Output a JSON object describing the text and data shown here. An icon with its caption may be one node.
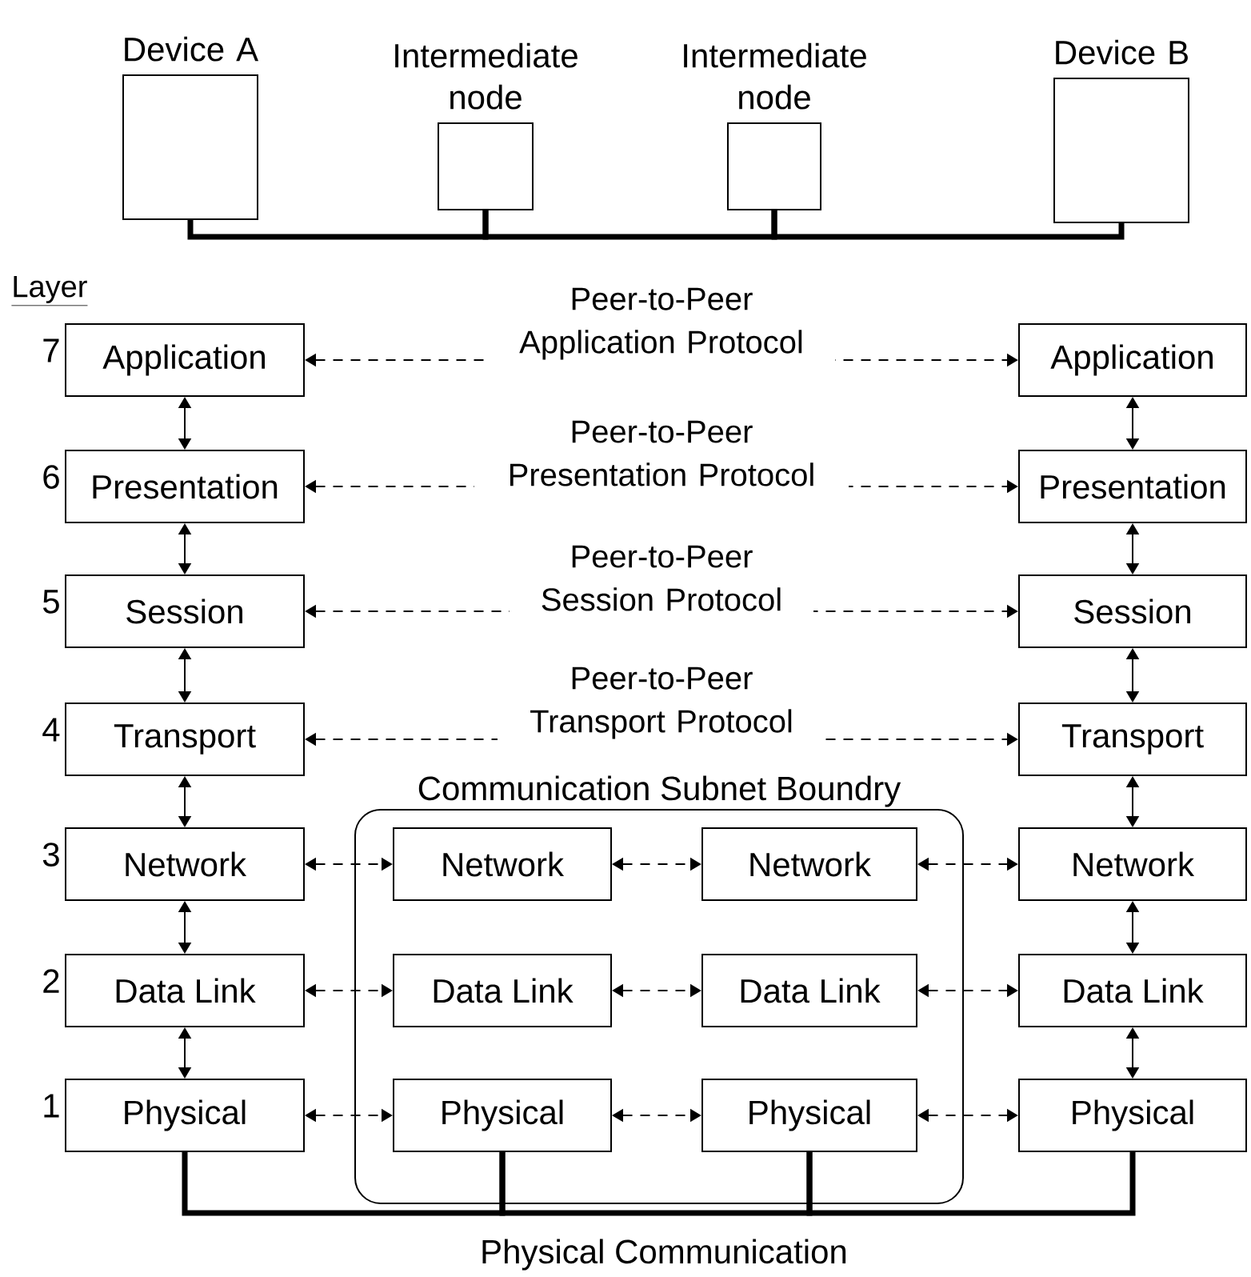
{
  "diagram": {
    "nodes": [
      {
        "text": [
          "Device A"
        ]
      },
      {
        "text": [
          "Intermediate node"
        ]
      },
      {
        "text": [
          "Intermediate node"
        ]
      },
      {
        "text": [
          "Device B"
        ]
      },
      {
        "text": [
          "Application"
        ],
        "beside": [
          "7"
        ]
      },
      {
        "text": [
          "Presentation"
        ],
        "beside": [
          "6"
        ]
      },
      {
        "text": [
          "Session"
        ],
        "beside": [
          "5"
        ]
      },
      {
        "text": [
          "Transport"
        ],
        "beside": [
          "4"
        ]
      },
      {
        "text": [
          "Network"
        ],
        "beside": [
          "3"
        ]
      },
      {
        "text": [
          "Data Link"
        ],
        "beside": [
          "2"
        ]
      },
      {
        "text": [
          "Physical"
        ],
        "beside": [
          "1"
        ]
      },
      {
        "text": [
          "Application"
        ]
      },
      {
        "text": [
          "Presentation"
        ]
      },
      {
        "text": [
          "Session"
        ]
      },
      {
        "text": [
          "Transport"
        ]
      },
      {
        "text": [
          "Network"
        ]
      },
      {
        "text": [
          "Data Link"
        ]
      },
      {
        "text": [
          "Physical"
        ]
      },
      {
        "text": [
          "Communication Subnet Boundry"
        ]
      },
      {
        "text": [
          "Network"
        ],
        "in": 18
      },
      {
        "text": [
          "Data Link"
        ],
        "in": 18
      },
      {
        "text": [
          "Physical"
        ],
        "in": 18
      },
      {
        "text": [
          "Network"
        ],
        "in": 18
      },
      {
        "text": [
          "Data Link"
        ],
        "in": 18
      },
      {
        "text": [
          "Physical"
        ],
        "in": 18
      }
    ],
    "edges": [
      {
        "from": 0,
        "to": 1,
        "arrow": "none",
        "style": "thick"
      },
      {
        "from": 1,
        "to": 2,
        "arrow": "none",
        "style": "thick"
      },
      {
        "from": 2,
        "to": 3,
        "arrow": "none",
        "style": "thick"
      },
      {
        "from": 4,
        "to": 5,
        "arrow": "both"
      },
      {
        "from": 5,
        "to": 6,
        "arrow": "both"
      },
      {
        "from": 6,
        "to": 7,
        "arrow": "both"
      },
      {
        "from": 7,
        "to": 8,
        "arrow": "both"
      },
      {
        "from": 8,
        "to": 9,
        "arrow": "both"
      },
      {
        "from": 9,
        "to": 10,
        "arrow": "both"
      },
      {
        "from": 11,
        "to": 12,
        "arrow": "both"
      },
      {
        "from": 12,
        "to": 13,
        "arrow": "both"
      },
      {
        "from": 13,
        "to": 14,
        "arrow": "both"
      },
      {
        "from": 14,
        "to": 15,
        "arrow": "both"
      },
      {
        "from": 15,
        "to": 16,
        "arrow": "both"
      },
      {
        "from": 16,
        "to": 17,
        "arrow": "both"
      },
      {
        "from": 4,
        "to": 11,
        "arrow": "both",
        "style": "dashed",
        "label": "Peer-to-Peer Application Protocol"
      },
      {
        "from": 5,
        "to": 12,
        "arrow": "both",
        "style": "dashed",
        "label": "Peer-to-Peer Presentation Protocol"
      },
      {
        "from": 6,
        "to": 13,
        "arrow": "both",
        "style": "dashed",
        "label": "Peer-to-Peer Session Protocol"
      },
      {
        "from": 7,
        "to": 14,
        "arrow": "both",
        "style": "dashed",
        "label": "Peer-to-Peer Transport Protocol"
      },
      {
        "from": 8,
        "to": 19,
        "arrow": "both",
        "style": "dashed"
      },
      {
        "from": 19,
        "to": 22,
        "arrow": "both",
        "style": "dashed"
      },
      {
        "from": 22,
        "to": 15,
        "arrow": "both",
        "style": "dashed"
      },
      {
        "from": 9,
        "to": 20,
        "arrow": "both",
        "style": "dashed"
      },
      {
        "from": 20,
        "to": 23,
        "arrow": "both",
        "style": "dashed"
      },
      {
        "from": 23,
        "to": 16,
        "arrow": "both",
        "style": "dashed"
      },
      {
        "from": 10,
        "to": 21,
        "arrow": "both",
        "style": "dashed"
      },
      {
        "from": 21,
        "to": 24,
        "arrow": "both",
        "style": "dashed"
      },
      {
        "from": 24,
        "to": 17,
        "arrow": "both",
        "style": "dashed"
      },
      {
        "from": 10,
        "to": 21,
        "arrow": "none",
        "style": "thick"
      },
      {
        "from": 21,
        "to": 24,
        "arrow": "none",
        "style": "thick"
      },
      {
        "from": 24,
        "to": 17,
        "arrow": "none",
        "style": "thick"
      }
    ],
    "labels": [
      "Layer",
      "Physical Communication"
    ]
  }
}
